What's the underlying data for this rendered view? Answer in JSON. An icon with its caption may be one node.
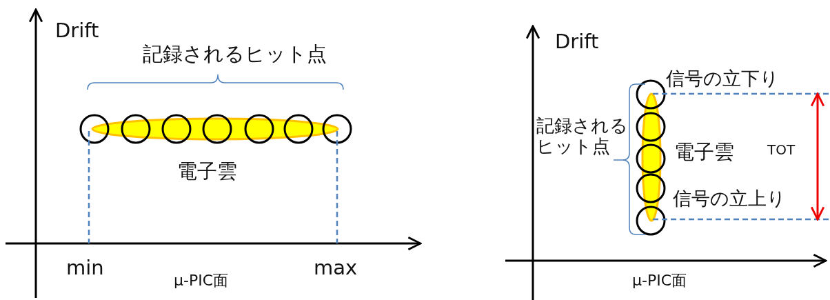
{
  "diagram": {
    "labels": [
      "Drift",
      "記録されるヒット点",
      "電子雲",
      "min",
      "μ-PIC面",
      "max",
      "Drift",
      "信号の立下り",
      "記録されるヒット点",
      "電子雲",
      "TOT",
      "信号の立上り",
      "μ-PIC面"
    ]
  }
}
